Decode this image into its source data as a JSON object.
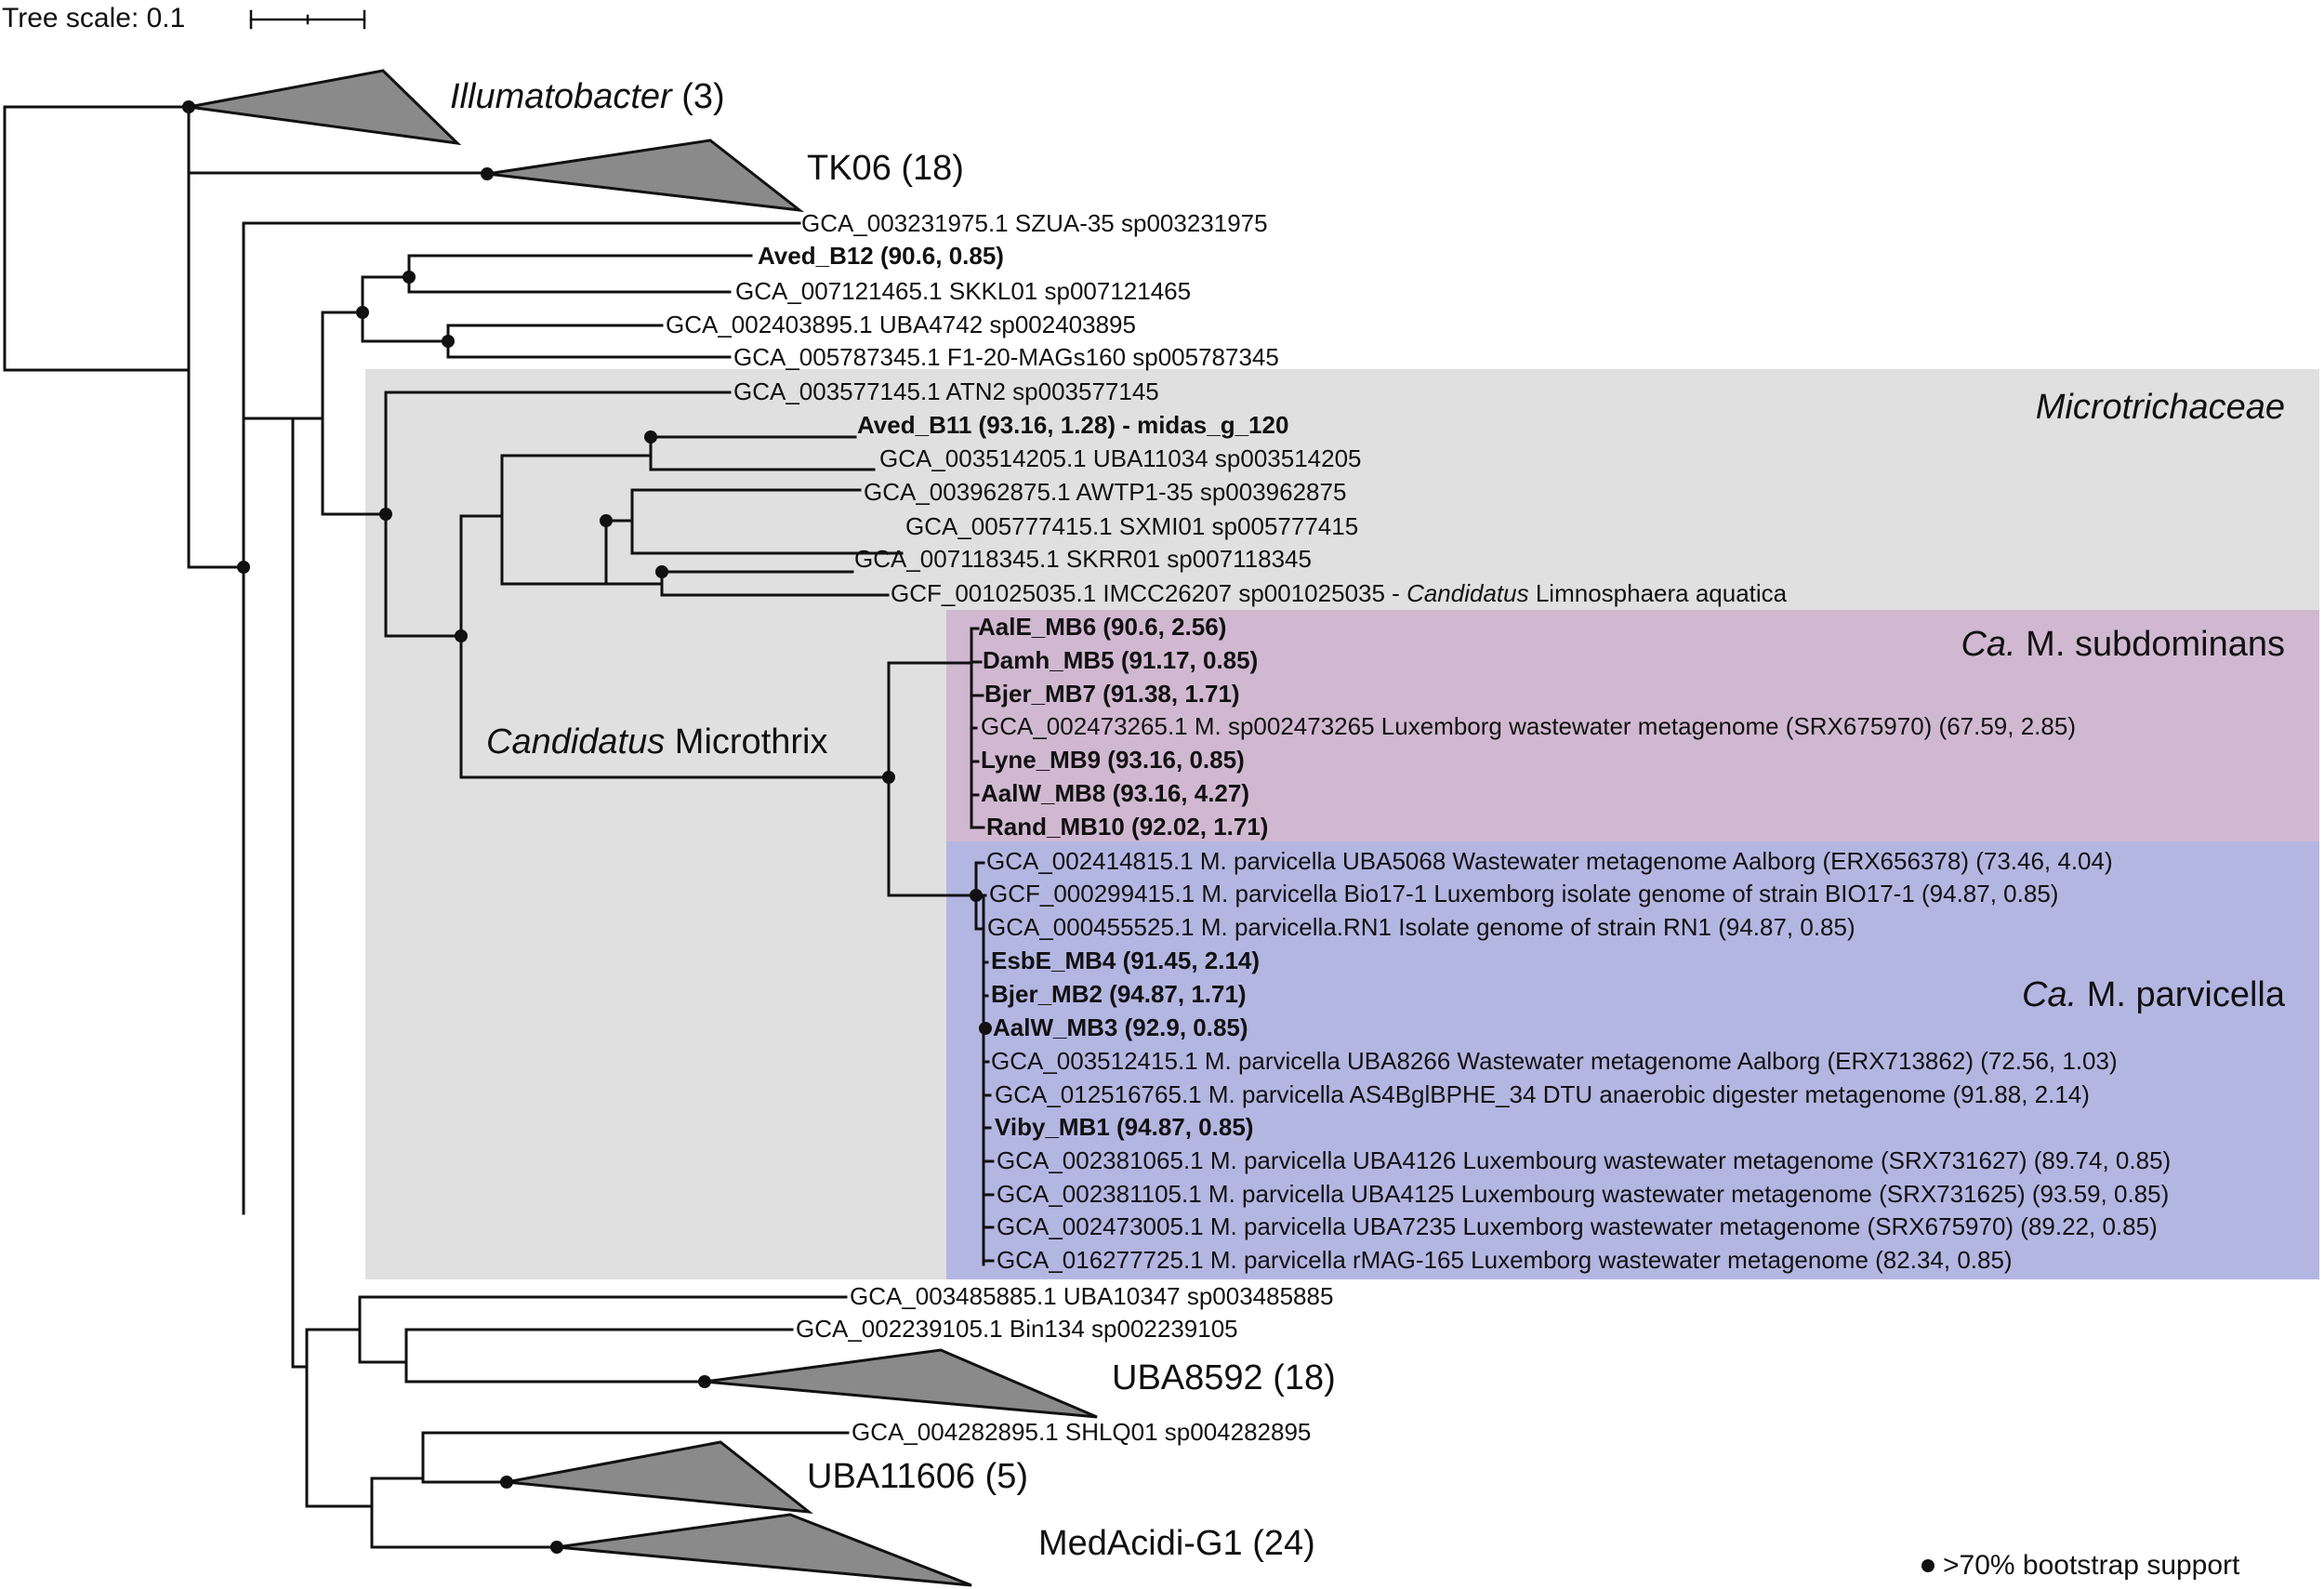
{
  "scale": {
    "label": "Tree scale: 0.1"
  },
  "legend": {
    "text": ">70% bootstrap support"
  },
  "clades": {
    "illumatobacter": {
      "name": "Illumatobacter",
      "count": " (3)"
    },
    "tk06": "TK06 (18)",
    "uba8592": "UBA8592 (18)",
    "uba11606": "UBA11606 (5)",
    "medacidi": "MedAcidi-G1 (24)"
  },
  "boxes": {
    "microtrichaceae": "Microtrichaceae",
    "subdominans": {
      "prefix": "Ca.",
      "rest": " M. subdominans"
    },
    "parvicella": {
      "prefix": "Ca.",
      "rest": " M. parvicella"
    },
    "microthrix": {
      "prefix": "Candidatus",
      "rest": " Microthrix"
    }
  },
  "tips": {
    "szua": "GCA_003231975.1 SZUA-35 sp003231975",
    "aved_b12": "Aved_B12 (90.6, 0.85)",
    "skkl": "GCA_007121465.1 SKKL01 sp007121465",
    "uba4742": "GCA_002403895.1 UBA4742 sp002403895",
    "f120": "GCA_005787345.1 F1-20-MAGs160 sp005787345",
    "atn2": "GCA_003577145.1 ATN2 sp003577145",
    "aved_b11": "Aved_B11 (93.16, 1.28) - midas_g_120",
    "uba11034": "GCA_003514205.1 UBA11034 sp003514205",
    "awtp": "GCA_003962875.1 AWTP1-35 sp003962875",
    "sxmi": "GCA_005777415.1 SXMI01 sp005777415",
    "skrr": "GCA_007118345.1 SKRR01 sp007118345",
    "imcc": {
      "pre": "GCF_001025035.1 IMCC26207 sp001025035 - ",
      "ital": "Candidatus",
      "post": " Limnosphaera aquatica"
    },
    "aale_mb6": "AalE_MB6 (90.6, 2.56)",
    "damh_mb5": "Damh_MB5 (91.17, 0.85)",
    "bjer_mb7": "Bjer_MB7 (91.38, 1.71)",
    "sp002473265": "GCA_002473265.1 M. sp002473265 Luxemborg wastewater metagenome (SRX675970) (67.59, 2.85)",
    "lyne_mb9": "Lyne_MB9 (93.16, 0.85)",
    "aalw_mb8": "AalW_MB8 (93.16, 4.27)",
    "rand_mb10": "Rand_MB10 (92.02, 1.71)",
    "uba5068": "GCA_002414815.1 M. parvicella UBA5068 Wastewater metagenome Aalborg (ERX656378) (73.46, 4.04)",
    "bio17": "GCF_000299415.1 M. parvicella Bio17-1 Luxemborg isolate genome of strain BIO17-1 (94.87, 0.85)",
    "rn1": "GCA_000455525.1 M. parvicella.RN1 Isolate genome of strain RN1 (94.87, 0.85)",
    "esbe_mb4": "EsbE_MB4 (91.45, 2.14)",
    "bjer_mb2": "Bjer_MB2 (94.87, 1.71)",
    "aalw_mb3": "AalW_MB3 (92.9, 0.85)",
    "uba8266": "GCA_003512415.1 M. parvicella UBA8266 Wastewater metagenome Aalborg (ERX713862) (72.56, 1.03)",
    "as4bgl": "GCA_012516765.1 M. parvicella AS4BglBPHE_34 DTU anaerobic digester metagenome (91.88, 2.14)",
    "viby_mb1": "Viby_MB1 (94.87, 0.85)",
    "uba4126": "GCA_002381065.1 M. parvicella UBA4126 Luxembourg wastewater metagenome (SRX731627) (89.74, 0.85)",
    "uba4125": "GCA_002381105.1 M. parvicella UBA4125 Luxembourg wastewater metagenome (SRX731625) (93.59, 0.85)",
    "uba7235": "GCA_002473005.1 M. parvicella UBA7235 Luxemborg wastewater metagenome (SRX675970) (89.22, 0.85)",
    "rmag165": "GCA_016277725.1 M. parvicella rMAG-165 Luxemborg wastewater metagenome (82.34, 0.85)",
    "uba10347": "GCA_003485885.1 UBA10347 sp003485885",
    "bin134": "GCA_002239105.1 Bin134 sp002239105",
    "shlq": "GCA_004282895.1 SHLQ01 sp004282895"
  },
  "colors": {
    "microtrichaceae_box": "#e0e0e0",
    "subdominans_box": "#d1b8d1",
    "parvicella_box": "#b4b6e2",
    "collapsed_clade": "#8a8a8a",
    "line": "#111111"
  }
}
